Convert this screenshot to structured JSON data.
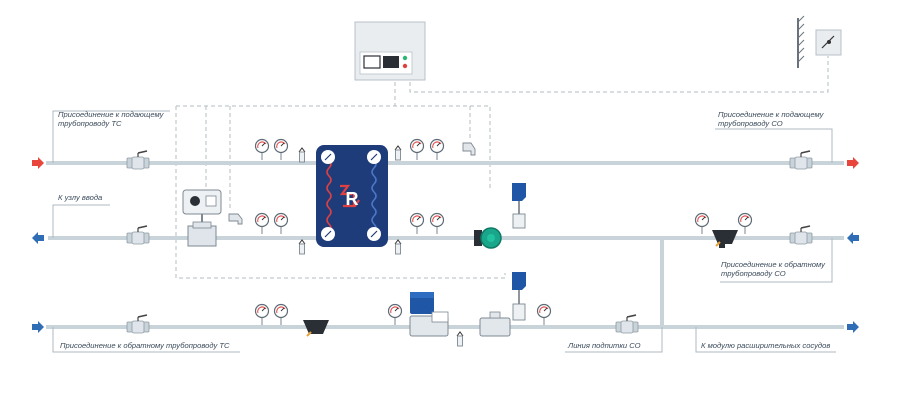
{
  "labels": {
    "supply_ts_line1": "Присоединение к подающему",
    "supply_ts_line2": "трубопроводу ТС",
    "input_node": "К узлу ввода",
    "supply_co_line1": "Присоединение к подающему",
    "supply_co_line2": "трубопроводу СО",
    "return_co_line1": "Присоединение к обратному",
    "return_co_line2": "трубопроводу СО",
    "return_ts": "Присоединение к обратному трубопроводу ТС",
    "makeup_line": "Линия подпитки СО",
    "expansion_module": "К модулю расширительных сосудов"
  },
  "icons": [
    "arrow-in-icon",
    "arrow-out-icon",
    "ball-valve-icon",
    "pressure-gauge-icon",
    "thermometer-icon",
    "heat-exchanger-icon",
    "control-valve-icon",
    "circulation-pump-icon",
    "strainer-icon",
    "check-valve-icon",
    "controller-icon",
    "outdoor-sensor-icon",
    "water-meter-icon"
  ],
  "colors": {
    "pipe": "#c9d3da",
    "exchanger": "#1f3c7a",
    "hot_coil": "#e04040",
    "cold_coil": "#4a78c8",
    "arrow_supply": "#e8453c",
    "arrow_return": "#2f6db5",
    "pump": "#1aa68a",
    "actuator": "#1f57a6"
  }
}
